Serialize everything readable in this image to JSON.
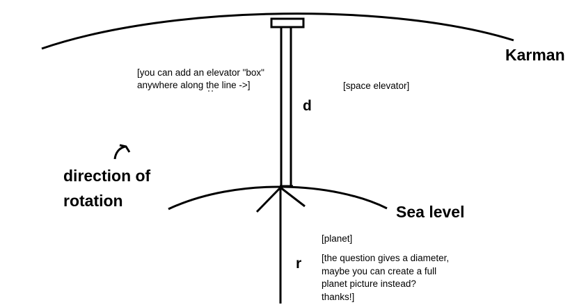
{
  "labels": {
    "karman": "Karman",
    "sea_level": "Sea level",
    "d": "d",
    "r": "r",
    "elevator_box_note_line1": "[you can add an elevator \"box\"",
    "elevator_box_note_line2": "anywhere along the line ->]",
    "space_elevator": "[space elevator]",
    "direction_line1": "direction of",
    "direction_line2": "rotation",
    "planet": "[planet]",
    "planet_note_line1": "[the question gives a diameter,",
    "planet_note_line2": "maybe you can create a full",
    "planet_note_line3": "planet picture instead?",
    "planet_note_line4": "thanks!]"
  },
  "colors": {
    "ink": "#000000",
    "background": "#ffffff"
  }
}
